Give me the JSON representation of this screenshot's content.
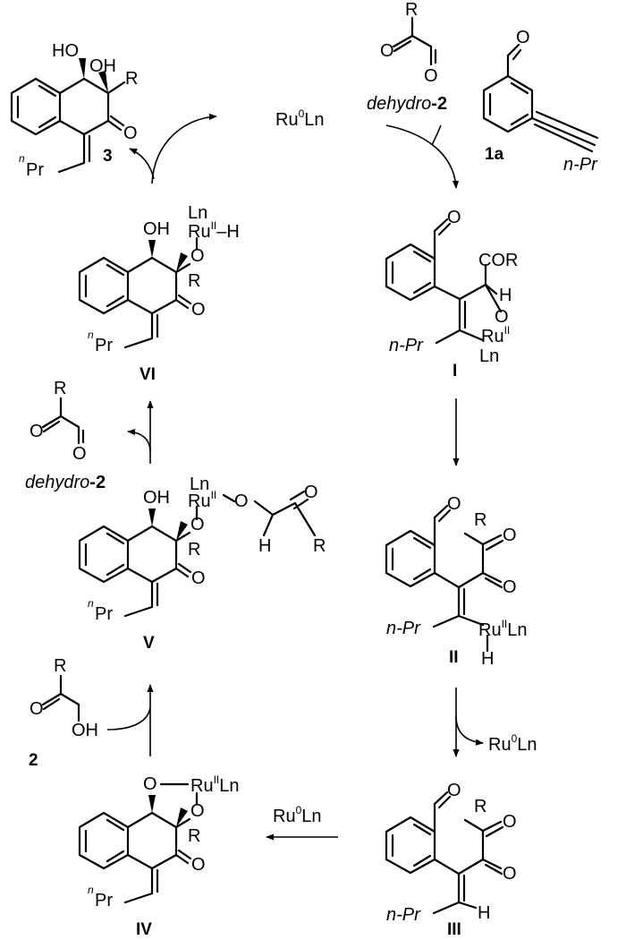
{
  "scheme": {
    "center_top": {
      "catalyst": "Ru",
      "catalyst_sup": "0",
      "catalyst_rest": "Ln"
    },
    "reactant_dehydro": {
      "name_italic": "dehydro",
      "name_rest": "-2",
      "substituent": "R",
      "oxygen": "O"
    },
    "reactant_1a": {
      "label": "1a",
      "substituent": "n-Pr",
      "oxygen": "O"
    },
    "product_3": {
      "label": "3",
      "oh1": "HO",
      "oh2": "OH",
      "substituent": "R",
      "ketone_o": "O",
      "propyl_sup": "n",
      "propyl": "Pr"
    },
    "intermediate_I": {
      "label": "I",
      "aldehyde_o": "O",
      "cor": "COR",
      "h": "H",
      "o": "O",
      "ru": "Ru",
      "ru_sup": "II",
      "ln": "Ln",
      "npr": "n-Pr"
    },
    "intermediate_II": {
      "label": "II",
      "aldehyde_o": "O",
      "r": "R",
      "o1": "O",
      "o2": "O",
      "npr": "n-Pr",
      "ru": "Ru",
      "ru_sup": "II",
      "ln": "Ln",
      "h": "H"
    },
    "side_product_II_III": {
      "catalyst": "Ru",
      "catalyst_sup": "0",
      "catalyst_rest": "Ln"
    },
    "intermediate_III": {
      "label": "III",
      "aldehyde_o": "O",
      "r": "R",
      "o1": "O",
      "o2": "O",
      "npr": "n-Pr",
      "h": "H"
    },
    "arrow_III_IV": {
      "catalyst": "Ru",
      "catalyst_sup": "0",
      "catalyst_rest": "Ln"
    },
    "intermediate_IV": {
      "label": "IV",
      "o1": "O",
      "o2": "O",
      "ru": "Ru",
      "ru_sup": "II",
      "ln": "Ln",
      "r": "R",
      "ketone_o": "O",
      "propyl_sup": "n",
      "propyl": "Pr"
    },
    "reactant_2": {
      "label": "2",
      "r": "R",
      "o": "O",
      "oh": "OH"
    },
    "intermediate_V": {
      "label": "V",
      "oh": "OH",
      "ln": "Ln",
      "ru": "Ru",
      "ru_sup": "II",
      "o_ru": "O",
      "o1": "O",
      "r": "R",
      "ketone_o": "O",
      "h": "H",
      "o_side": "O",
      "r_side": "R",
      "propyl_sup": "n",
      "propyl": "Pr"
    },
    "byproduct_dehydro": {
      "name_italic": "dehydro",
      "name_rest": "-2",
      "r": "R",
      "o1": "O",
      "o2": "O"
    },
    "intermediate_VI": {
      "label": "VI",
      "oh": "OH",
      "ln": "Ln",
      "ru": "Ru",
      "ru_sup": "II",
      "ru_h": "–H",
      "o1": "O",
      "r": "R",
      "ketone_o": "O",
      "propyl_sup": "n",
      "propyl": "Pr"
    }
  }
}
